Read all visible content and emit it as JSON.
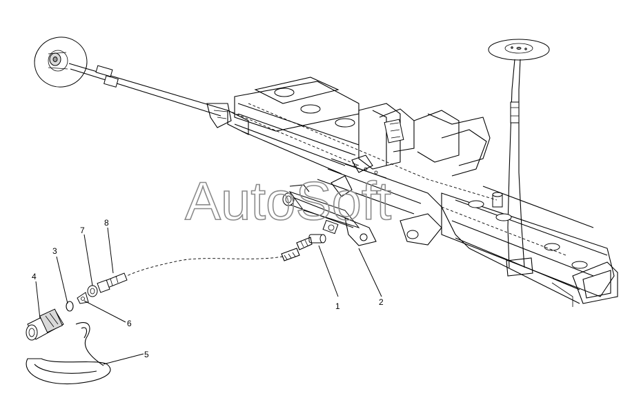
{
  "watermark": "AutoSoft",
  "callouts": [
    {
      "id": "1",
      "label": "1"
    },
    {
      "id": "2",
      "label": "2"
    },
    {
      "id": "3",
      "label": "3"
    },
    {
      "id": "4",
      "label": "4"
    },
    {
      "id": "5",
      "label": "5"
    },
    {
      "id": "6",
      "label": "6"
    },
    {
      "id": "7",
      "label": "7"
    },
    {
      "id": "8",
      "label": "8"
    }
  ],
  "colors": {
    "line": "#000000",
    "watermark": "#8a8a8a",
    "background": "#ffffff"
  }
}
